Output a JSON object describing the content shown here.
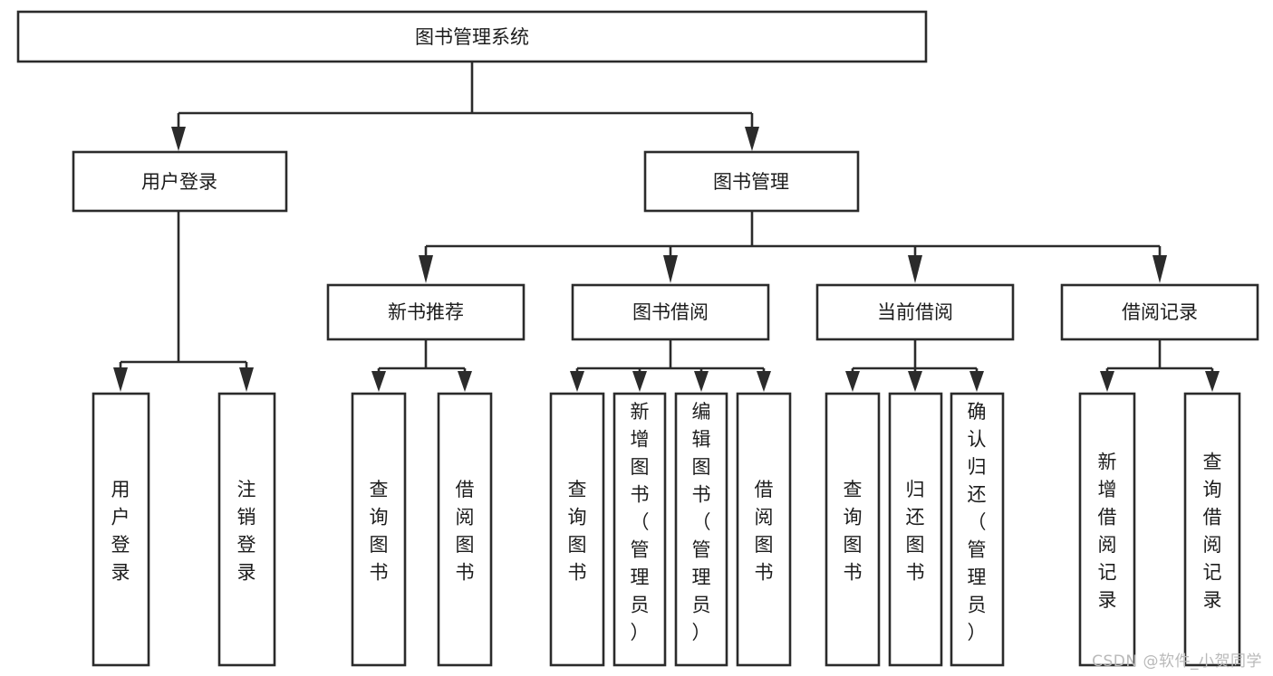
{
  "diagram": {
    "title": "图书管理系统",
    "type": "tree-hierarchy-diagram",
    "colors": {
      "box_stroke": "#2b2b2b",
      "box_fill": "#ffffff",
      "connector": "#2b2b2b",
      "text": "#1c1c1c",
      "watermark": "#b9b9b9",
      "background": "#ffffff"
    },
    "root": {
      "label": "图书管理系统"
    },
    "level2": [
      {
        "label": "用户登录"
      },
      {
        "label": "图书管理"
      }
    ],
    "level3": [
      {
        "label": "新书推荐"
      },
      {
        "label": "图书借阅"
      },
      {
        "label": "当前借阅"
      },
      {
        "label": "借阅记录"
      }
    ],
    "leaves": {
      "user_login": [
        {
          "label": "用户登录"
        },
        {
          "label": "注销登录"
        }
      ],
      "new_book_recommend": [
        {
          "label": "查询图书"
        },
        {
          "label": "借阅图书"
        }
      ],
      "book_borrow": [
        {
          "label": "查询图书"
        },
        {
          "label": "新增图书（管理员）"
        },
        {
          "label": "编辑图书（管理员）"
        },
        {
          "label": "借阅图书"
        }
      ],
      "current_borrow": [
        {
          "label": "查询图书"
        },
        {
          "label": "归还图书"
        },
        {
          "label": "确认归还（管理员）"
        }
      ],
      "borrow_record": [
        {
          "label": "新增借阅记录"
        },
        {
          "label": "查询借阅记录"
        }
      ]
    }
  },
  "watermark": {
    "text": "CSDN @软件_小贺同学"
  }
}
